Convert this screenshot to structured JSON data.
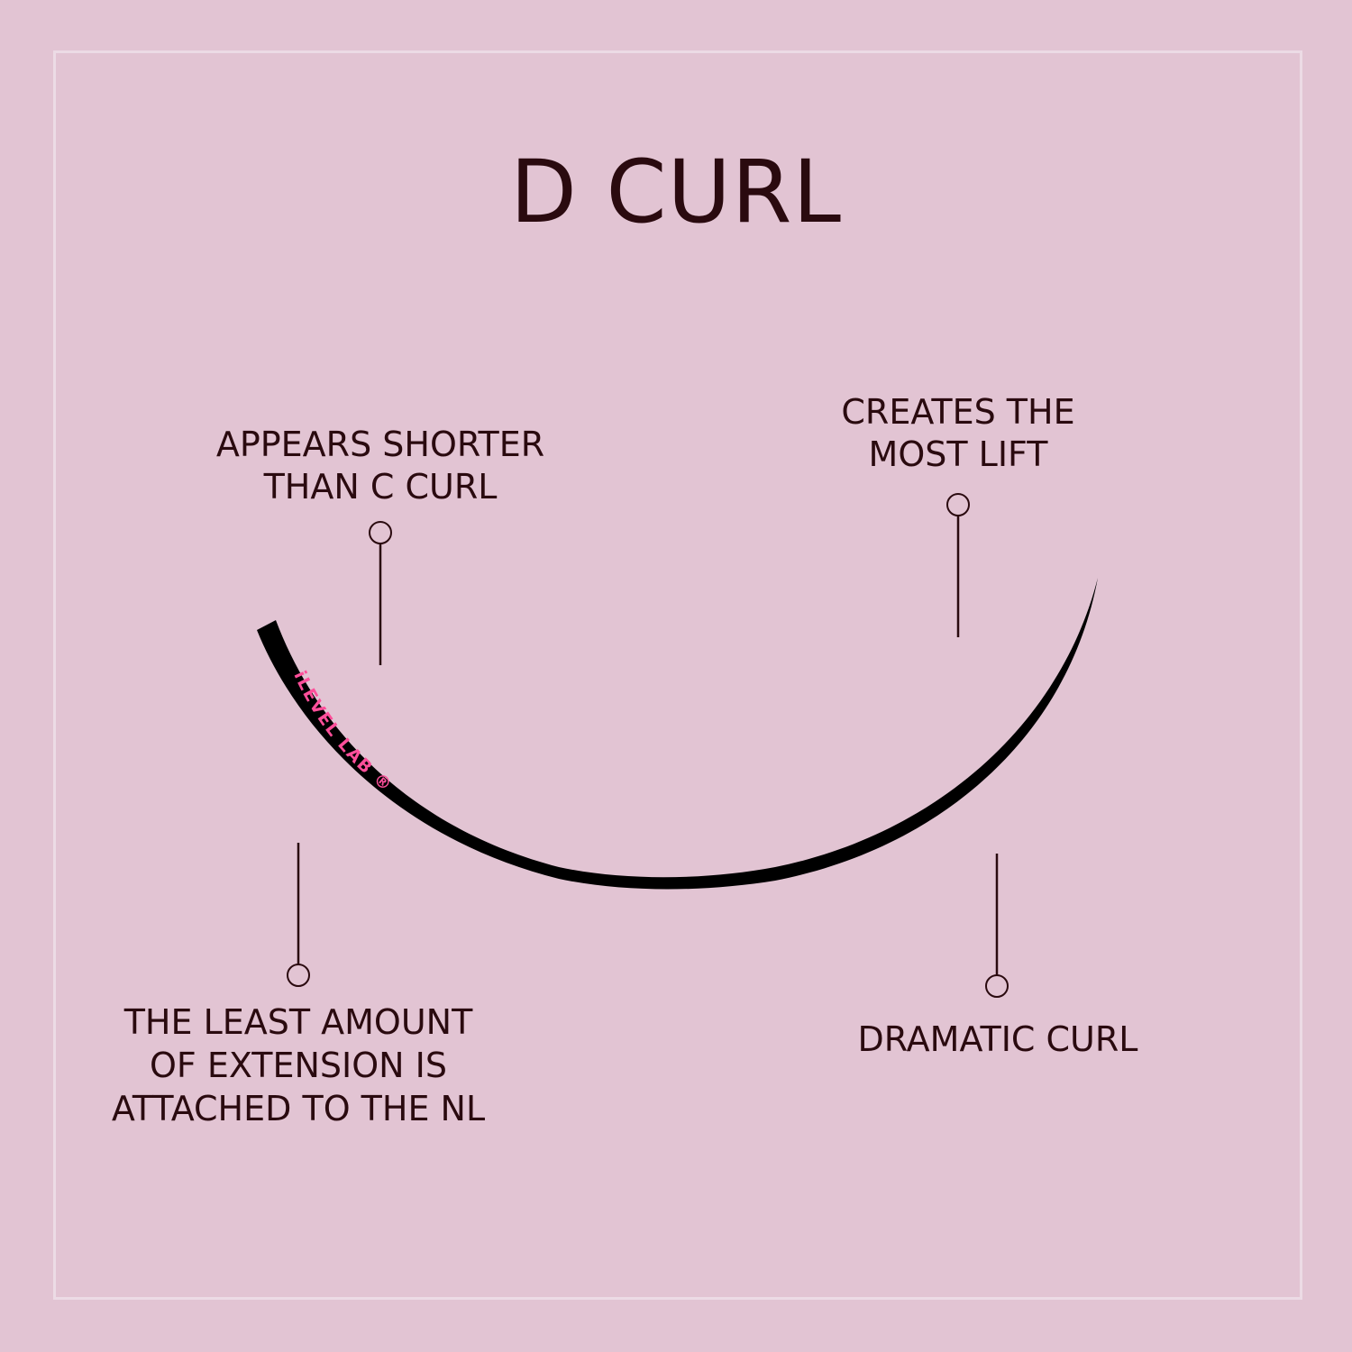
{
  "title": "D CURL",
  "brand_text": "iLEVEL LAB ®",
  "colors": {
    "background": "#e2c4d3",
    "frame": "#ecdbe5",
    "text": "#2a0a0f",
    "lash": "#000000",
    "brand": "#ff4f9a"
  },
  "callouts": {
    "shorter": "APPEARS SHORTER\nTHAN C CURL",
    "lift": "CREATES THE\nMOST LIFT",
    "least": "THE LEAST AMOUNT\nOF EXTENSION IS\nATTACHED TO THE NL",
    "dramatic": "DRAMATIC CURL"
  }
}
